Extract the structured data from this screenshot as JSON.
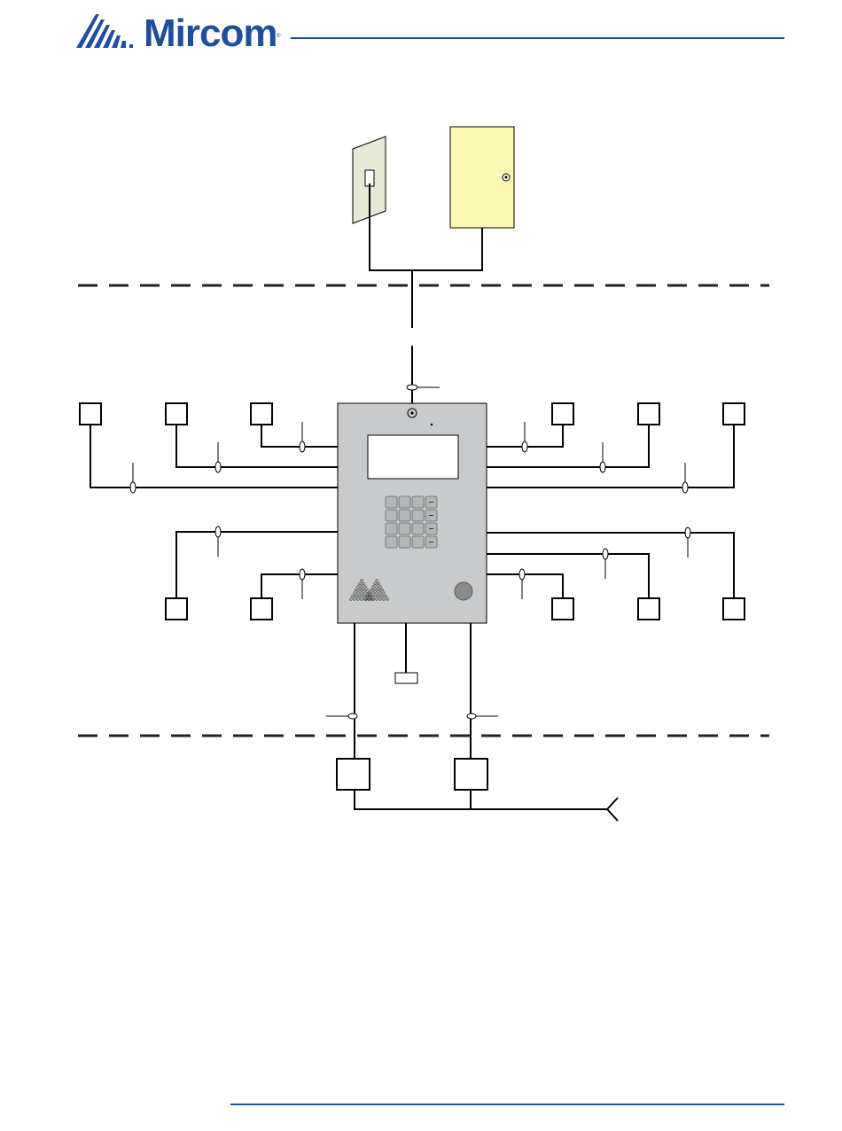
{
  "brand": {
    "name": "Mircom",
    "registered_mark": "®",
    "color": "#1d4f9c"
  },
  "diagram": {
    "colors": {
      "wire": "#000000",
      "panel_fill": "#c8cacc",
      "cabinet_fill": "#fbf7b0",
      "wall_plate_fill": "#e6e9d6",
      "zone_divider": "#222222",
      "keypad_key": "#b4b6b8"
    },
    "left_upper_stations": 3,
    "left_lower_stations": 2,
    "right_upper_stations": 3,
    "right_lower_stations": 3,
    "bottom_modules": 2,
    "keypad_rows": 4,
    "keypad_cols": 4
  }
}
